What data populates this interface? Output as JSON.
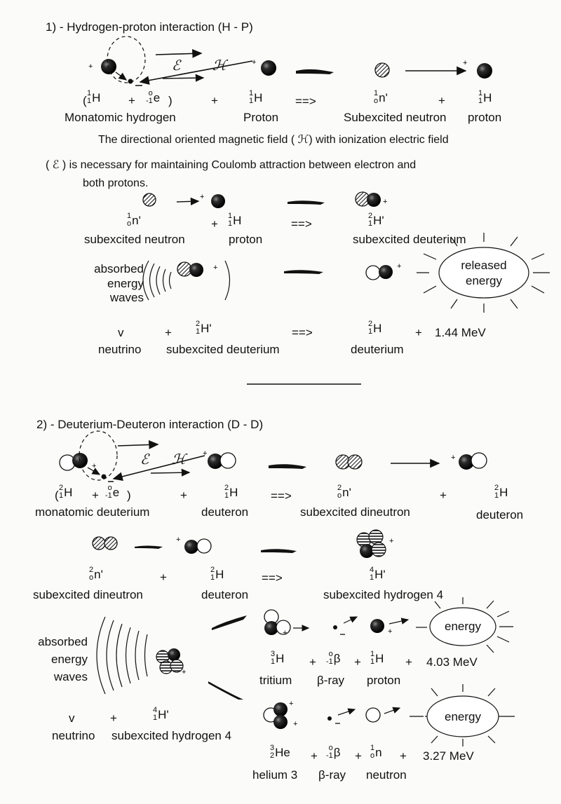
{
  "section1": {
    "heading": "1) - Hydrogen-proton interaction  (H - P)",
    "field_E": "ℰ",
    "field_H": "ℋ",
    "eq1": {
      "open": "(",
      "close": ")",
      "h1": {
        "mass": "1",
        "charge": "1",
        "symbol": "H"
      },
      "plus": "+",
      "electron": {
        "mass": "o",
        "charge": "-1",
        "symbol": "e"
      },
      "proton": {
        "mass": "1",
        "charge": "1",
        "symbol": "H"
      },
      "arrow": "==>",
      "neutron": {
        "mass": "1",
        "charge": "o",
        "symbol": "n'"
      },
      "proton2": {
        "mass": "1",
        "charge": "1",
        "symbol": "H"
      }
    },
    "labels1": [
      "Monatomic hydrogen",
      "Proton",
      "Subexcited neutron",
      "proton"
    ],
    "paragraph": [
      "The directional oriented magnetic field ( ℋ) with ionization electric field",
      "( ℰ ) is necessary for maintaining Coulomb attraction between electron and",
      "both protons."
    ],
    "eq2": {
      "neutron": {
        "mass": "1",
        "charge": "o",
        "symbol": "n'"
      },
      "plus": "+",
      "proton": {
        "mass": "1",
        "charge": "1",
        "symbol": "H"
      },
      "arrow": "==>",
      "deut": {
        "mass": "2",
        "charge": "1",
        "symbol": "H'"
      }
    },
    "labels2": [
      "subexcited neutron",
      "proton",
      "subexcited deuterium"
    ],
    "absorbed": [
      "absorbed",
      "energy",
      "waves"
    ],
    "released": [
      "released",
      "energy"
    ],
    "eq3": {
      "nu": "v",
      "plus": "+",
      "deut": {
        "mass": "2",
        "charge": "1",
        "symbol": "H'"
      },
      "arrow": "==>",
      "deut2": {
        "mass": "2",
        "charge": "1",
        "symbol": "H"
      },
      "plus2": "+",
      "energy": "1.44 MeV"
    },
    "labels3": [
      "neutrino",
      "subexcited deuterium",
      "deuterium"
    ]
  },
  "section2": {
    "heading": "2) - Deuterium-Deuteron interaction (D - D)",
    "field_E": "ℰ",
    "field_H": "ℋ",
    "eq1": {
      "open": "(",
      "close": ")",
      "d": {
        "mass": "2",
        "charge": "1",
        "symbol": "H"
      },
      "plus": "+",
      "electron": {
        "mass": "o",
        "charge": "-1",
        "symbol": "e"
      },
      "deuteron": {
        "mass": "2",
        "charge": "1",
        "symbol": "H"
      },
      "arrow": "==>",
      "dineutron": {
        "mass": "2",
        "charge": "o",
        "symbol": "n'"
      },
      "deuteron2": {
        "mass": "2",
        "charge": "1",
        "symbol": "H"
      }
    },
    "labels1": [
      "monatomic deuterium",
      "deuteron",
      "subexcited dineutron",
      "deuteron"
    ],
    "eq2": {
      "dineutron": {
        "mass": "2",
        "charge": "o",
        "symbol": "n'"
      },
      "plus": "+",
      "deuteron": {
        "mass": "2",
        "charge": "1",
        "symbol": "H"
      },
      "arrow": "==>",
      "h4": {
        "mass": "4",
        "charge": "1",
        "symbol": "H'"
      }
    },
    "labels2": [
      "subexcited dineutron",
      "deuteron",
      "subexcited hydrogen 4"
    ],
    "absorbed": [
      "absorbed",
      "energy",
      "waves"
    ],
    "energy_label": "energy",
    "eq3a": {
      "tritium": {
        "mass": "3",
        "charge": "1",
        "symbol": "H"
      },
      "plus": "+",
      "beta": {
        "mass": "o",
        "charge": "-1",
        "symbol": "β"
      },
      "proton": {
        "mass": "1",
        "charge": "1",
        "symbol": "H"
      },
      "energy": "4.03 MeV"
    },
    "labels3a": [
      "tritium",
      "β-ray",
      "proton"
    ],
    "eq4": {
      "nu": "v",
      "plus": "+",
      "h4": {
        "mass": "4",
        "charge": "1",
        "symbol": "H'"
      }
    },
    "labels4": [
      "neutrino",
      "subexcited hydrogen 4"
    ],
    "eq3b": {
      "he3": {
        "mass": "3",
        "charge": "2",
        "symbol": "He"
      },
      "plus": "+",
      "beta": {
        "mass": "o",
        "charge": "-1",
        "symbol": "β"
      },
      "neutron": {
        "mass": "1",
        "charge": "o",
        "symbol": "n"
      },
      "energy": "3.27 MeV"
    },
    "labels3b": [
      "helium 3",
      "β-ray",
      "neutron"
    ]
  }
}
